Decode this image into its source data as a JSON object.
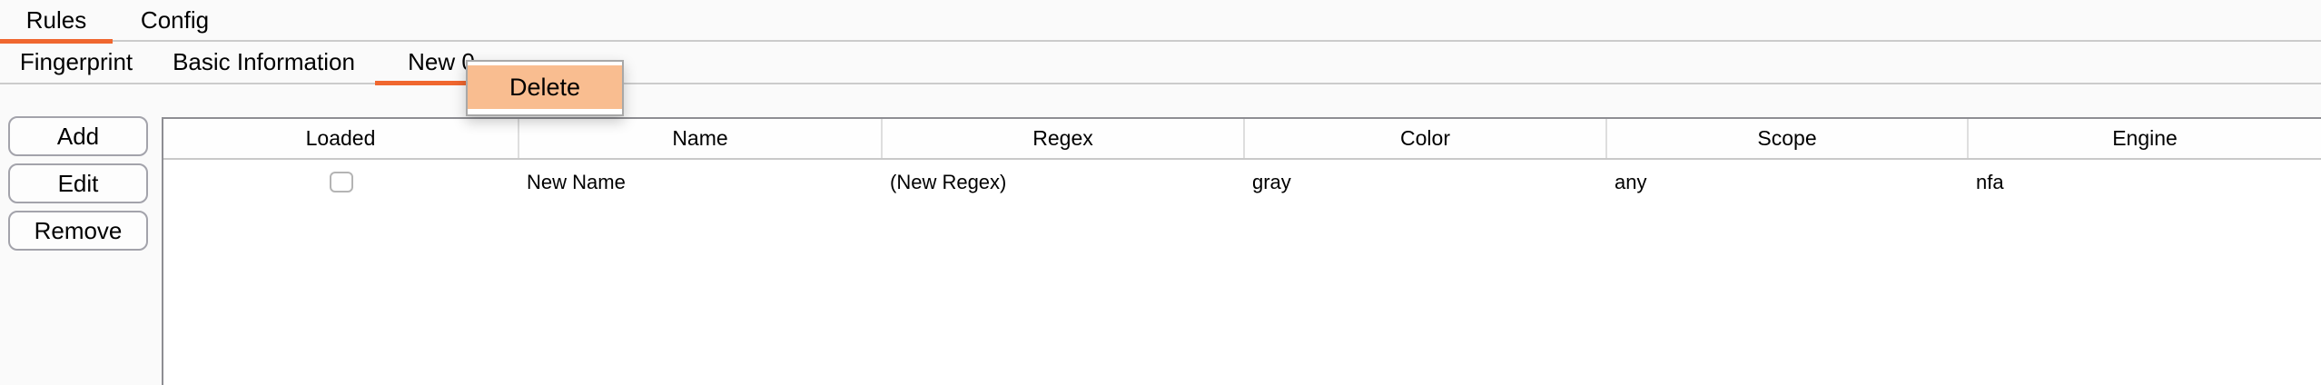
{
  "colors": {
    "accent_orange": "#F0672F",
    "menu_highlight": "#F9BD90",
    "page_background": "#FAFAFA",
    "table_background": "#FFFFFF",
    "table_border": "#8E8E93"
  },
  "primary_tabs": {
    "active": "Rules",
    "items": [
      {
        "label": "Rules"
      },
      {
        "label": "Config"
      }
    ]
  },
  "secondary_tabs": {
    "active": "New 0",
    "items": [
      {
        "label": "Fingerprint"
      },
      {
        "label": "Basic Information"
      },
      {
        "label": "New 0"
      }
    ]
  },
  "context_menu": {
    "items": [
      {
        "label": "Delete",
        "highlighted": true
      }
    ]
  },
  "buttons": {
    "add": "Add",
    "edit": "Edit",
    "remove": "Remove"
  },
  "table": {
    "columns": [
      "Loaded",
      "Name",
      "Regex",
      "Color",
      "Scope",
      "Engine"
    ],
    "rows": [
      {
        "loaded": false,
        "name": "New Name",
        "regex": "(New Regex)",
        "color": "gray",
        "scope": "any",
        "engine": "nfa"
      }
    ]
  }
}
